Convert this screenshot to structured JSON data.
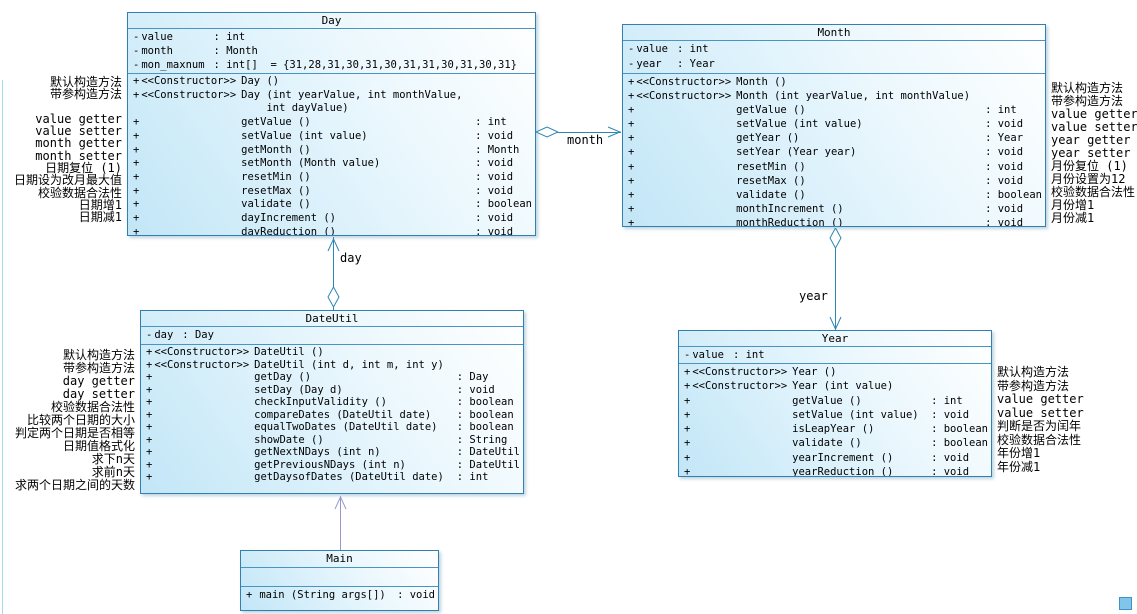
{
  "diagram": {
    "classes": [
      {
        "key": "day",
        "title": "Day",
        "attributes": [
          {
            "vis": "-",
            "name": "value",
            "type": ": int"
          },
          {
            "vis": "-",
            "name": "month",
            "type": ": Month"
          },
          {
            "vis": "-",
            "name": "mon_maxnum",
            "type": ": int[]  = {31,28,31,30,31,30,31,31,30,31,30,31}"
          }
        ],
        "methods": [
          {
            "vis": "+",
            "stereo": "<<Constructor>>",
            "sig": "Day ()",
            "type": ""
          },
          {
            "vis": "+",
            "stereo": "<<Constructor>>",
            "sig": "Day (int yearValue, int monthValue,\n    int dayValue)",
            "type": ""
          },
          {
            "vis": "+",
            "stereo": "",
            "sig": "getValue ()",
            "type": ": int"
          },
          {
            "vis": "+",
            "stereo": "",
            "sig": "setValue (int value)",
            "type": ": void"
          },
          {
            "vis": "+",
            "stereo": "",
            "sig": "getMonth ()",
            "type": ": Month"
          },
          {
            "vis": "+",
            "stereo": "",
            "sig": "setMonth (Month value)",
            "type": ": void"
          },
          {
            "vis": "+",
            "stereo": "",
            "sig": "resetMin ()",
            "type": ": void"
          },
          {
            "vis": "+",
            "stereo": "",
            "sig": "resetMax ()",
            "type": ": void"
          },
          {
            "vis": "+",
            "stereo": "",
            "sig": "validate ()",
            "type": ": boolean"
          },
          {
            "vis": "+",
            "stereo": "",
            "sig": "dayIncrement ()",
            "type": ": void"
          },
          {
            "vis": "+",
            "stereo": "",
            "sig": "dayReduction ()",
            "type": ": void"
          }
        ]
      },
      {
        "key": "month",
        "title": "Month",
        "attributes": [
          {
            "vis": "-",
            "name": "value",
            "type": ": int"
          },
          {
            "vis": "-",
            "name": "year",
            "type": ": Year"
          }
        ],
        "methods": [
          {
            "vis": "+",
            "stereo": "<<Constructor>>",
            "sig": "Month ()",
            "type": ""
          },
          {
            "vis": "+",
            "stereo": "<<Constructor>>",
            "sig": "Month (int yearValue, int monthValue)",
            "type": ""
          },
          {
            "vis": "+",
            "stereo": "",
            "sig": "getValue ()",
            "type": ": int"
          },
          {
            "vis": "+",
            "stereo": "",
            "sig": "setValue (int value)",
            "type": ": void"
          },
          {
            "vis": "+",
            "stereo": "",
            "sig": "getYear ()",
            "type": ": Year"
          },
          {
            "vis": "+",
            "stereo": "",
            "sig": "setYear (Year year)",
            "type": ": void"
          },
          {
            "vis": "+",
            "stereo": "",
            "sig": "resetMin ()",
            "type": ": void"
          },
          {
            "vis": "+",
            "stereo": "",
            "sig": "resetMax ()",
            "type": ": void"
          },
          {
            "vis": "+",
            "stereo": "",
            "sig": "validate ()",
            "type": ": boolean"
          },
          {
            "vis": "+",
            "stereo": "",
            "sig": "monthIncrement ()",
            "type": ": void"
          },
          {
            "vis": "+",
            "stereo": "",
            "sig": "monthReduction ()",
            "type": ": void"
          }
        ]
      },
      {
        "key": "dateutil",
        "title": "DateUtil",
        "attributes": [
          {
            "vis": "-",
            "name": "day",
            "type": ": Day"
          }
        ],
        "methods": [
          {
            "vis": "+",
            "stereo": "<<Constructor>>",
            "sig": "DateUtil ()",
            "type": ""
          },
          {
            "vis": "+",
            "stereo": "<<Constructor>>",
            "sig": "DateUtil (int d, int m, int y)",
            "type": ""
          },
          {
            "vis": "+",
            "stereo": "",
            "sig": "getDay ()",
            "type": ": Day"
          },
          {
            "vis": "+",
            "stereo": "",
            "sig": "setDay (Day d)",
            "type": ": void"
          },
          {
            "vis": "+",
            "stereo": "",
            "sig": "checkInputValidity ()",
            "type": ": boolean"
          },
          {
            "vis": "+",
            "stereo": "",
            "sig": "compareDates (DateUtil date)",
            "type": ": boolean"
          },
          {
            "vis": "+",
            "stereo": "",
            "sig": "equalTwoDates (DateUtil date)",
            "type": ": boolean"
          },
          {
            "vis": "+",
            "stereo": "",
            "sig": "showDate ()",
            "type": ": String"
          },
          {
            "vis": "+",
            "stereo": "",
            "sig": "getNextNDays (int n)",
            "type": ": DateUtil"
          },
          {
            "vis": "+",
            "stereo": "",
            "sig": "getPreviousNDays (int n)",
            "type": ": DateUtil"
          },
          {
            "vis": "+",
            "stereo": "",
            "sig": "getDaysofDates (DateUtil date)",
            "type": ": int"
          }
        ]
      },
      {
        "key": "year",
        "title": "Year",
        "attributes": [
          {
            "vis": "-",
            "name": "value",
            "type": ": int"
          }
        ],
        "methods": [
          {
            "vis": "+",
            "stereo": "<<Constructor>>",
            "sig": "Year ()",
            "type": ""
          },
          {
            "vis": "+",
            "stereo": "<<Constructor>>",
            "sig": "Year (int value)",
            "type": ""
          },
          {
            "vis": "+",
            "stereo": "",
            "sig": "getValue ()",
            "type": ": int"
          },
          {
            "vis": "+",
            "stereo": "",
            "sig": "setValue (int value)",
            "type": ": void"
          },
          {
            "vis": "+",
            "stereo": "",
            "sig": "isLeapYear ()",
            "type": ": boolean"
          },
          {
            "vis": "+",
            "stereo": "",
            "sig": "validate ()",
            "type": ": boolean"
          },
          {
            "vis": "+",
            "stereo": "",
            "sig": "yearIncrement ()",
            "type": ": void"
          },
          {
            "vis": "+",
            "stereo": "",
            "sig": "yearReduction ()",
            "type": ": void"
          }
        ]
      },
      {
        "key": "main",
        "title": "Main",
        "attributes": [],
        "methods": [
          {
            "vis": "+",
            "stereo": "",
            "sig": "main (String args[])",
            "type": ": void"
          }
        ]
      }
    ],
    "connectors": {
      "day_month": {
        "label": "month",
        "type": "aggregation"
      },
      "dateutil_day": {
        "label": "day",
        "type": "aggregation"
      },
      "month_year": {
        "label": "year",
        "type": "aggregation"
      },
      "main_dateutil": {
        "label": "",
        "type": "association"
      }
    },
    "annotations": {
      "day": [
        "默认构造方法",
        "带参构造方法",
        "",
        "value getter",
        "value setter",
        "month getter",
        "month setter",
        "日期复位 (1)",
        "日期设为改月最大值",
        "校验数据合法性",
        "日期增1",
        "日期减1"
      ],
      "month": [
        "默认构造方法",
        "带参构造方法",
        "value getter",
        "value setter",
        "year getter",
        "year setter",
        "月份复位 (1)",
        "月份设置为12",
        "校验数据合法性",
        "月份增1",
        "月份减1"
      ],
      "dateutil": [
        "默认构造方法",
        "带参构造方法",
        "day getter",
        "day setter",
        "校验数据合法性",
        "比较两个日期的大小",
        "判定两个日期是否相等",
        "日期值格式化",
        "求下n天",
        "求前n天",
        "求两个日期之间的天数"
      ],
      "year": [
        "默认构造方法",
        "带参构造方法",
        "value getter",
        "value setter",
        "判断是否为闰年",
        "校验数据合法性",
        "年份增1",
        "年份减1"
      ]
    },
    "colors": {
      "box_border": "#357fae",
      "box_fill_light": "#ffffff",
      "box_fill_dark": "#c2e6f7",
      "connector": "#2e86b5",
      "association_main": "#9898cc"
    }
  }
}
